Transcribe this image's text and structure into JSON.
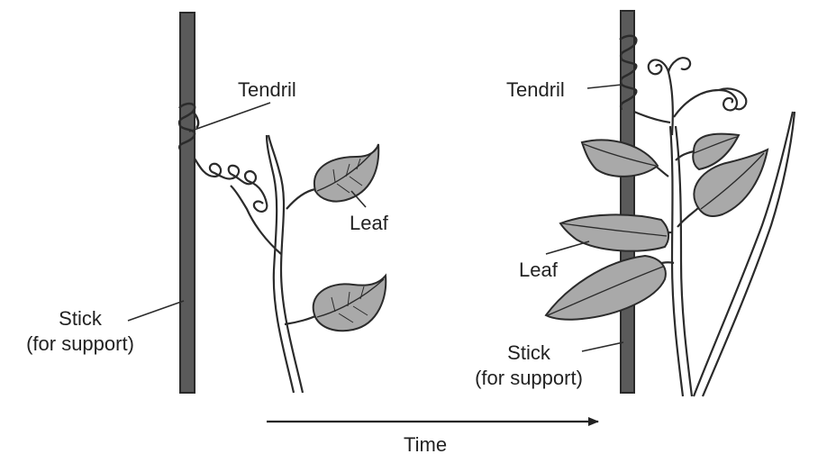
{
  "labels": {
    "left_tendril": "Tendril",
    "left_leaf": "Leaf",
    "left_stick_line1": "Stick",
    "left_stick_line2": "(for support)",
    "right_tendril": "Tendril",
    "right_leaf": "Leaf",
    "right_stick_line1": "Stick",
    "right_stick_line2": "(for support)",
    "time": "Time"
  },
  "colors": {
    "stick": "#5a5a5a",
    "stick_edge": "#2a2a2a",
    "leaf": "#a9a9a9",
    "outline": "#2b2b2b"
  }
}
